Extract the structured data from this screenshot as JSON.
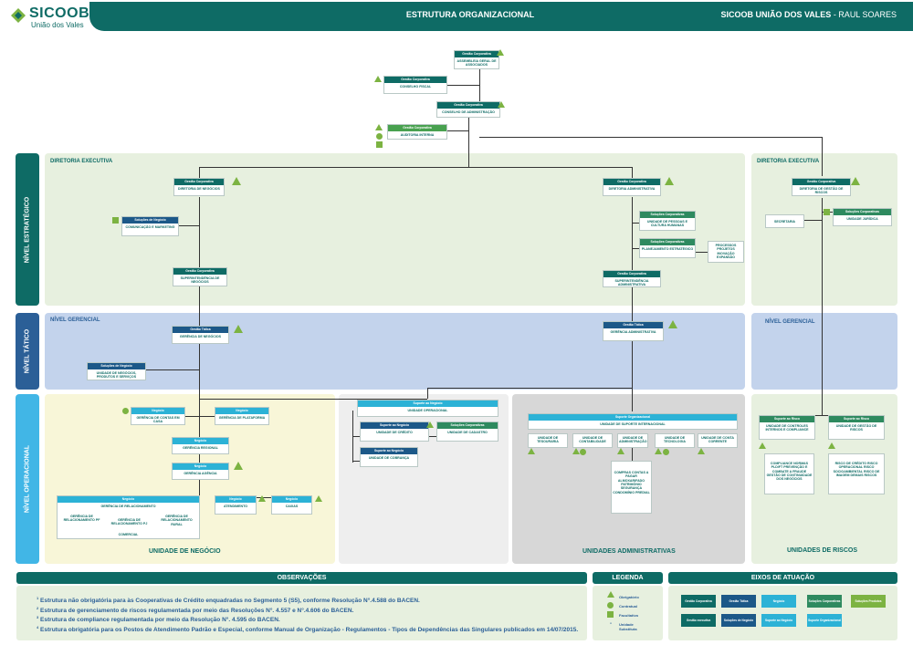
{
  "header": {
    "logo_name": "SICOOB",
    "logo_sub": "União dos Vales",
    "title": "ESTRUTURA ORGANIZACIONAL",
    "org": "SICOOB UNIÃO DOS VALES",
    "author": "- RAUL SOARES"
  },
  "levels": {
    "estrategico": "NÍVEL ESTRATÉGICO",
    "tatico": "NÍVEL TÁTICO",
    "operacional": "NÍVEL OPERACIONAL"
  },
  "panels": {
    "dir_exec_left": "DIRETORIA EXECUTIVA",
    "dir_exec_right": "DIRETORIA EXECUTIVA",
    "gerencial_left": "NÍVEL GERENCIAL",
    "gerencial_right": "NÍVEL GERENCIAL",
    "unidade_negocio": "UNIDADE DE NEGÓCIO",
    "unidades_admin": "UNIDADES ADMINISTRATIVAS",
    "unidades_riscos": "UNIDADES DE RISCOS"
  },
  "tags": {
    "gestao_corp": "Gestão Corporativa",
    "solucoes_negocio": "Soluções de Negócio",
    "solucoes_corp": "Soluções Corporativas",
    "gestao_tatica": "Gestão Tática",
    "negocio": "Negócio",
    "suporte_negocio": "Suporte ao Negócio",
    "suporte_org": "Suporte Organizacional",
    "suporte_risco": "Suporte ao Risco",
    "gestao_executiva": "Gestão executiva"
  },
  "nodes": {
    "assembleia": "ASSEMBLEIA GERAL DE ASSOCIADOS",
    "conselho_fiscal": "CONSELHO FISCAL",
    "conselho_admin": "CONSELHO DE ADMINISTRAÇÃO",
    "auditoria": "AUDITORIA INTERNA",
    "dir_negocios": "DIRETORIA DE NEGÓCIOS",
    "dir_admin": "DIRETORIA ADMINISTRATIVA",
    "dir_riscos": "DIRETORIA DE GESTÃO DE RISCOS",
    "comunicacao": "COMUNICAÇÃO E MARKETING",
    "superint_negocios": "SUPERINTENDÊNCIA DE NEGÓCIOS",
    "pessoas": "UNIDADE DE PESSOAS E CULTURA HUMANAS",
    "planejamento": "PLANEJAMENTO ESTRATÉGICO",
    "processos": "PROCESSOS PROJETOS INOVAÇÃO EXPANSÃO",
    "superint_admin": "SUPERINTENDÊNCIA ADMINISTRATIVA",
    "secretaria": "SECRETARIA",
    "juridica": "UNIDADE JURÍDICA",
    "ger_negocios": "GERÊNCIA DE NEGÓCIOS",
    "ger_admin": "GERÊNCIA ADMINISTRATIVA",
    "unid_produtos": "UNIDADE DE NEGÓCIOS, PRODUTOS E SERVIÇOS",
    "ger_contas": "GERÊNCIA DE CONTAS EM CASA",
    "ger_plataforma": "GERÊNCIA DE PLATAFORMA",
    "ger_regional": "GERÊNCIA REGIONAL",
    "ger_agencia": "GERÊNCIA AGÊNCIA",
    "ger_relacionamento": "GERÊNCIA DE RELACIONAMENTO",
    "ger_rel_pf": "GERÊNCIA DE RELACIONAMENTO PF",
    "ger_rel_pj": "GERÊNCIA DE RELACIONAMENTO PJ",
    "ger_rel_rural": "GERÊNCIA DE RELACIONAMENTO RURAL",
    "comercial": "COMERCIAL",
    "atendimento": "ATENDIMENTO",
    "caixa": "CAIXAS",
    "unid_operacional": "UNIDADE OPERACIONAL",
    "unid_credito": "UNIDADE DE CRÉDITO",
    "unid_cobranca": "UNIDADE DE COBRANÇA",
    "unid_cadastro": "UNIDADE DE CADASTRO",
    "unid_suporte": "UNIDADE DE SUPORTE INTERNACIONAL",
    "tesouraria": "UNIDADE DE TESOURARIA",
    "contabilidade": "UNIDADE DE CONTABILIDADE",
    "administrativa": "UNIDADE DE ADMINISTRAÇÃO",
    "tecnologia": "UNIDADE DE TECNOLOGIA",
    "contas_correntes": "UNIDADE DE CONTA CORRENTE",
    "compras": "COMPRAS CONTAS A PAGAR ALMOXARIFADO PATRIMÔNIO SEGURANÇA CONDOMÍNIO PREDIAL",
    "controles": "UNIDADE DE CONTROLES INTERNOS E COMPLIANCE",
    "gestao_riscos": "UNIDADE DE GESTÃO DE RISCOS",
    "compliance_desc": "COMPLIANCE NORMAS PLD/FT PREVENÇÃO E COMBATE A FRAUDE GESTÃO DE CONTINUIDADE DOS NEGÓCIOS",
    "riscos_desc": "RISCO DE CRÉDITO RISCO OPERACIONAL RISCO SOCIOAMBIENTAL RISCO DE IMAGEM DEMAIS RISCOS"
  },
  "observacoes": {
    "title": "OBSERVAÇÕES",
    "items": [
      {
        "n": "1",
        "text": "Estrutura não obrigatória para às Cooperativas de Crédito enquadradas no Segmento 5 (S5), conforme Resolução N°.4.588 do BACEN."
      },
      {
        "n": "2",
        "text": "Estrutura de gerenciamento de riscos regulamentada por meio das Resoluções N°. 4.557 e N°.4.606 do BACEN."
      },
      {
        "n": "3",
        "text": "Estrutura de compliance regulamentada por meio da Resolução N°. 4.595 do BACEN."
      },
      {
        "n": "4",
        "text": "Estrutura obrigatória para os Postos de Atendimento Padrão e Especial, conforme Manual de Organização - Regulamentos - Tipos de Dependências das Singulares publicados em 14/07/2015."
      }
    ]
  },
  "legenda": {
    "title": "LEGENDA",
    "obrigatorio": "Obrigatório",
    "contratual": "Contratual",
    "facultativo": "Facultativo",
    "unidade_substituta": "Unidade Substituta"
  },
  "eixos": {
    "title": "EIXOS DE ATUAÇÃO",
    "chips": [
      {
        "label": "Gestão Corporativa",
        "color": "#0e6b65"
      },
      {
        "label": "Gestão Tática",
        "color": "#1c5888"
      },
      {
        "label": "Negócio",
        "color": "#2cb2d6"
      },
      {
        "label": "Soluções Corporativas",
        "color": "#2e8a5f"
      },
      {
        "label": "Soluções Produtos",
        "color": "#7cb342"
      },
      {
        "label": "Gestão executiva",
        "color": "#0e6b65"
      },
      {
        "label": "Soluções de Negócio",
        "color": "#1c5888"
      },
      {
        "label": "Suporte ao Negócio",
        "color": "#2cb2d6"
      },
      {
        "label": "Suporte Organizacional",
        "color": "#2cb2d6"
      }
    ]
  },
  "colors": {
    "primary": "#0e6b65",
    "tactical": "#2b5f97",
    "operational": "#41b6e6",
    "accent": "#7cb342"
  }
}
